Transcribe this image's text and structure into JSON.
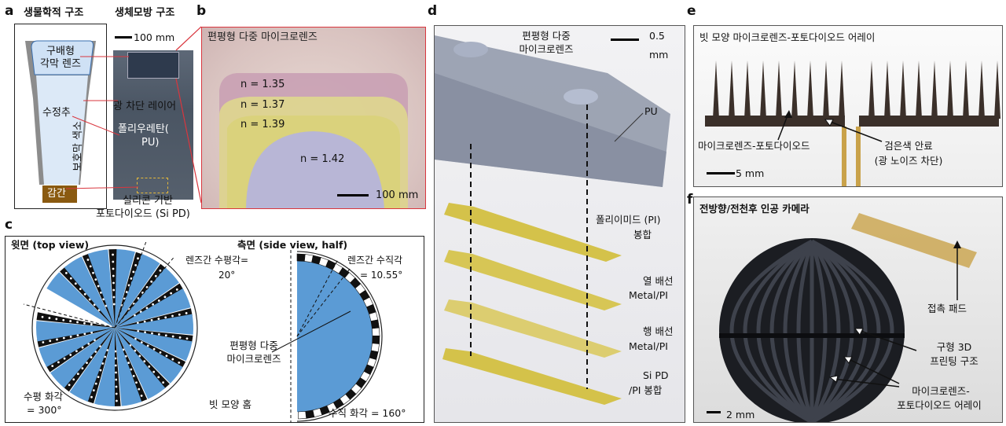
{
  "panels": {
    "a": {
      "label": "a",
      "title_bio": "생물학적 구조",
      "title_biomimetic": "생체모방 구조",
      "scale_bar": "100 mm",
      "cornea_lens": [
        "구배형",
        "각막 렌즈"
      ],
      "light_block_layer": "광 차단 레이어",
      "crystalline_cone": "수정추",
      "polyurethane": [
        "폴리우레탄(",
        "PU)"
      ],
      "pigment_cell": "보호막 색소",
      "rhabdom": "감간",
      "si_pd": [
        "실리콘 기반",
        "포토다이오드 (Si PD)"
      ]
    },
    "b": {
      "label": "b",
      "title": "편평형 다중 마이크로렌즈",
      "n_values": [
        "n = 1.35",
        "n = 1.37",
        "n = 1.39",
        "n = 1.42"
      ],
      "scale_bar": "100 mm"
    },
    "c": {
      "label": "c",
      "top_view_title": "윗면 (top view)",
      "side_view_title": "측면 (side view, half)",
      "horizontal_interlens_angle": [
        "렌즈간 수평각=",
        "20°"
      ],
      "vertical_interlens_angle": [
        "렌즈간 수직각",
        "= 10.55°"
      ],
      "flat_multi_microlens": [
        "편평형 다중",
        "마이크로렌즈"
      ],
      "comb_groove": "빗 모양 홈",
      "horizontal_fov": [
        "수평 화각",
        "= 300°"
      ],
      "vertical_fov": "수직 화각 = 160°"
    },
    "d": {
      "label": "d",
      "microlens": [
        "편평형 다중",
        "마이크로렌즈"
      ],
      "scale_bar": [
        "0.5",
        "mm"
      ],
      "pu": "PU",
      "layers": [
        [
          "폴리이미드 (PI)",
          "봉합"
        ],
        [
          "열 배선",
          "Metal/PI"
        ],
        [
          "행 배선",
          "Metal/PI"
        ],
        [
          "Si PD",
          "/PI 봉합"
        ]
      ]
    },
    "e": {
      "label": "e",
      "title": "빗 모양 마이크로렌즈-포토다이오드 어레이",
      "microlens_pd": "마이크로렌즈-포토다이오드",
      "black_dye": [
        "검은색 안료",
        "(광 노이즈 차단)"
      ],
      "scale_bar": "5 mm"
    },
    "f": {
      "label": "f",
      "title": "전방향/전천후 인공 카메라",
      "contact_pad": "접촉 패드",
      "printed_structure": [
        "구형 3D",
        "프린팅 구조"
      ],
      "microlens_pd_array": [
        "마이크로렌즈-",
        "포토다이오드 어레이"
      ],
      "scale_bar": "2 mm"
    }
  },
  "colors": {
    "lens_blue": "#5b9bd5",
    "eye_light_blue": "#dce9f7",
    "pigment_gray": "#8c8c8c",
    "rhabdom_brown": "#8a5a10",
    "red_line": "#d9363e"
  }
}
